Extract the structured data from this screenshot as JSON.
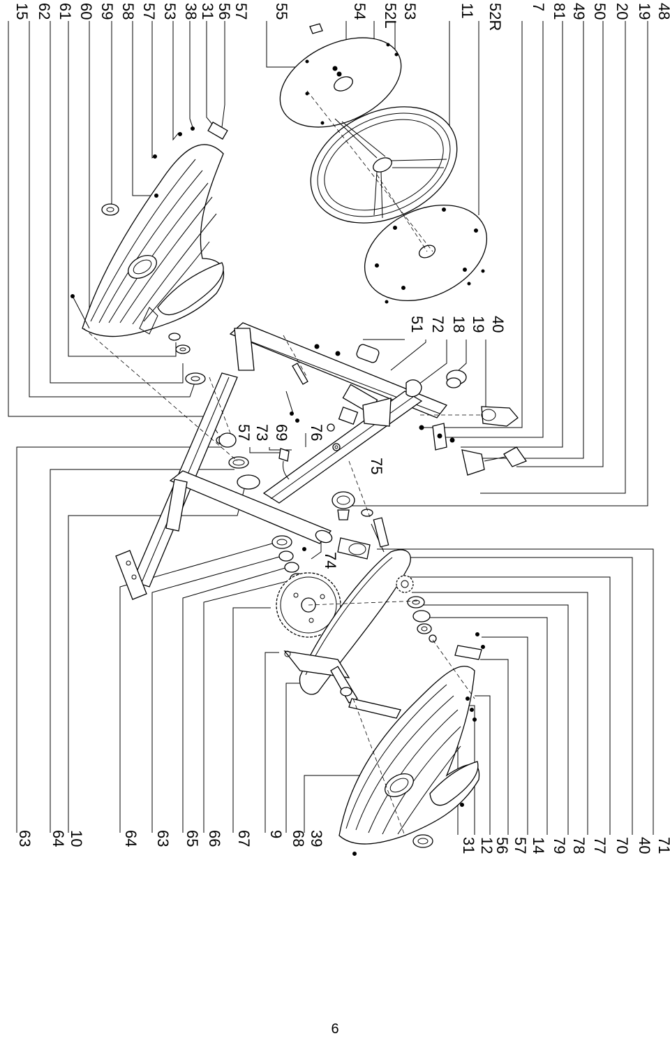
{
  "page_number": "6",
  "callouts": {
    "top_edge": [
      "15",
      "62",
      "61",
      "60",
      "59",
      "58",
      "57",
      "53",
      "38",
      "31",
      "56",
      "57",
      "55",
      "54",
      "52L",
      "53",
      "11",
      "52R",
      "7",
      "81",
      "49",
      "50",
      "20",
      "19",
      "48"
    ],
    "center_upper": [
      "51",
      "72",
      "18",
      "19",
      "40"
    ],
    "center_mid": [
      "57",
      "73",
      "69",
      "76",
      "75",
      "74"
    ],
    "bottom_right_column": [
      "71",
      "40",
      "70",
      "77",
      "78",
      "79",
      "14",
      "57",
      "56",
      "12",
      "31"
    ],
    "bottom_center_column": [
      "39",
      "68",
      "9",
      "67",
      "66",
      "65",
      "63",
      "64"
    ],
    "bottom_left_column": [
      "10",
      "64",
      "63"
    ]
  }
}
